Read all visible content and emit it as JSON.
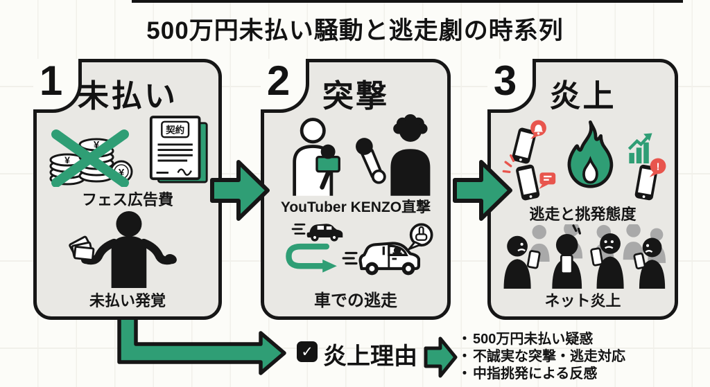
{
  "page": {
    "title": "500万円未払い騒動と逃走劇の時系列"
  },
  "colors": {
    "green": "#2f9e75",
    "red": "#e8554d",
    "ink": "#161616",
    "panel_bg": "#e9e8e4",
    "page_bg": "#fcfcf8",
    "crowd_gray": "#a9a9a9"
  },
  "steps": [
    {
      "number": "1",
      "title": "未払い",
      "doc_label": "契約",
      "yen_symbol": "¥",
      "caption_top": "フェス広告費",
      "caption_bottom": "未払い発覚",
      "icons": [
        "crossed-yen-coins",
        "contract-document",
        "shrugging-person-with-bills"
      ]
    },
    {
      "number": "2",
      "title": "突撃",
      "caption_top": "YouTuber KENZO直撃",
      "caption_bottom": "車での逃走",
      "icons": [
        "reporter-with-microphones",
        "target-person",
        "speeding-car",
        "escape-route-arrow",
        "car-with-middle-finger-bubble"
      ]
    },
    {
      "number": "3",
      "title": "炎上",
      "exclamation_glyph": "!",
      "caption_top": "逃走と挑発態度",
      "caption_bottom": "ネット炎上",
      "icons": [
        "phone-bell-alert",
        "phone-message-alert",
        "green-flame",
        "rising-chart",
        "phone-warning-alert",
        "angry-crowd-with-phones"
      ]
    }
  ],
  "footer": {
    "check_glyph": "✓",
    "checkbox_label": "炎上理由",
    "bullet": "・",
    "reasons": [
      "500万円未払い疑惑",
      "不誠実な突撃・逃走対応",
      "中指挑発による反感"
    ]
  }
}
